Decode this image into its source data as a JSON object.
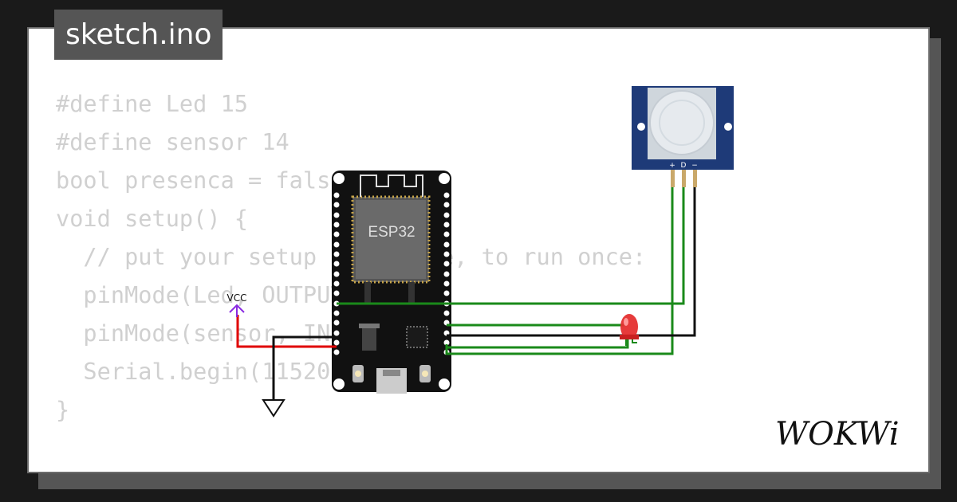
{
  "tab": {
    "filename": "sketch.ino"
  },
  "code_lines": [
    "#define Led 15",
    "#define sensor 14",
    "bool presenca = false;",
    "void setup() {",
    "  // put your setup code here, to run once:",
    "",
    "  pinMode(Led, OUTPUT);",
    "  pinMode(sensor, INPUT);",
    "  Serial.begin(115200);",
    "",
    "}"
  ],
  "circuit": {
    "vcc_label": "VCC",
    "board_label": "ESP32",
    "pir_pin_labels": [
      "+",
      "D",
      "−"
    ]
  },
  "brand": {
    "wordmark": "WOKWi"
  },
  "colors": {
    "wire_green": "#1a8a1a",
    "wire_red": "#e00000",
    "wire_black": "#111111",
    "vcc_purple": "#8a2be2",
    "pir_blue": "#1e3a78",
    "led_red": "#e53030"
  }
}
